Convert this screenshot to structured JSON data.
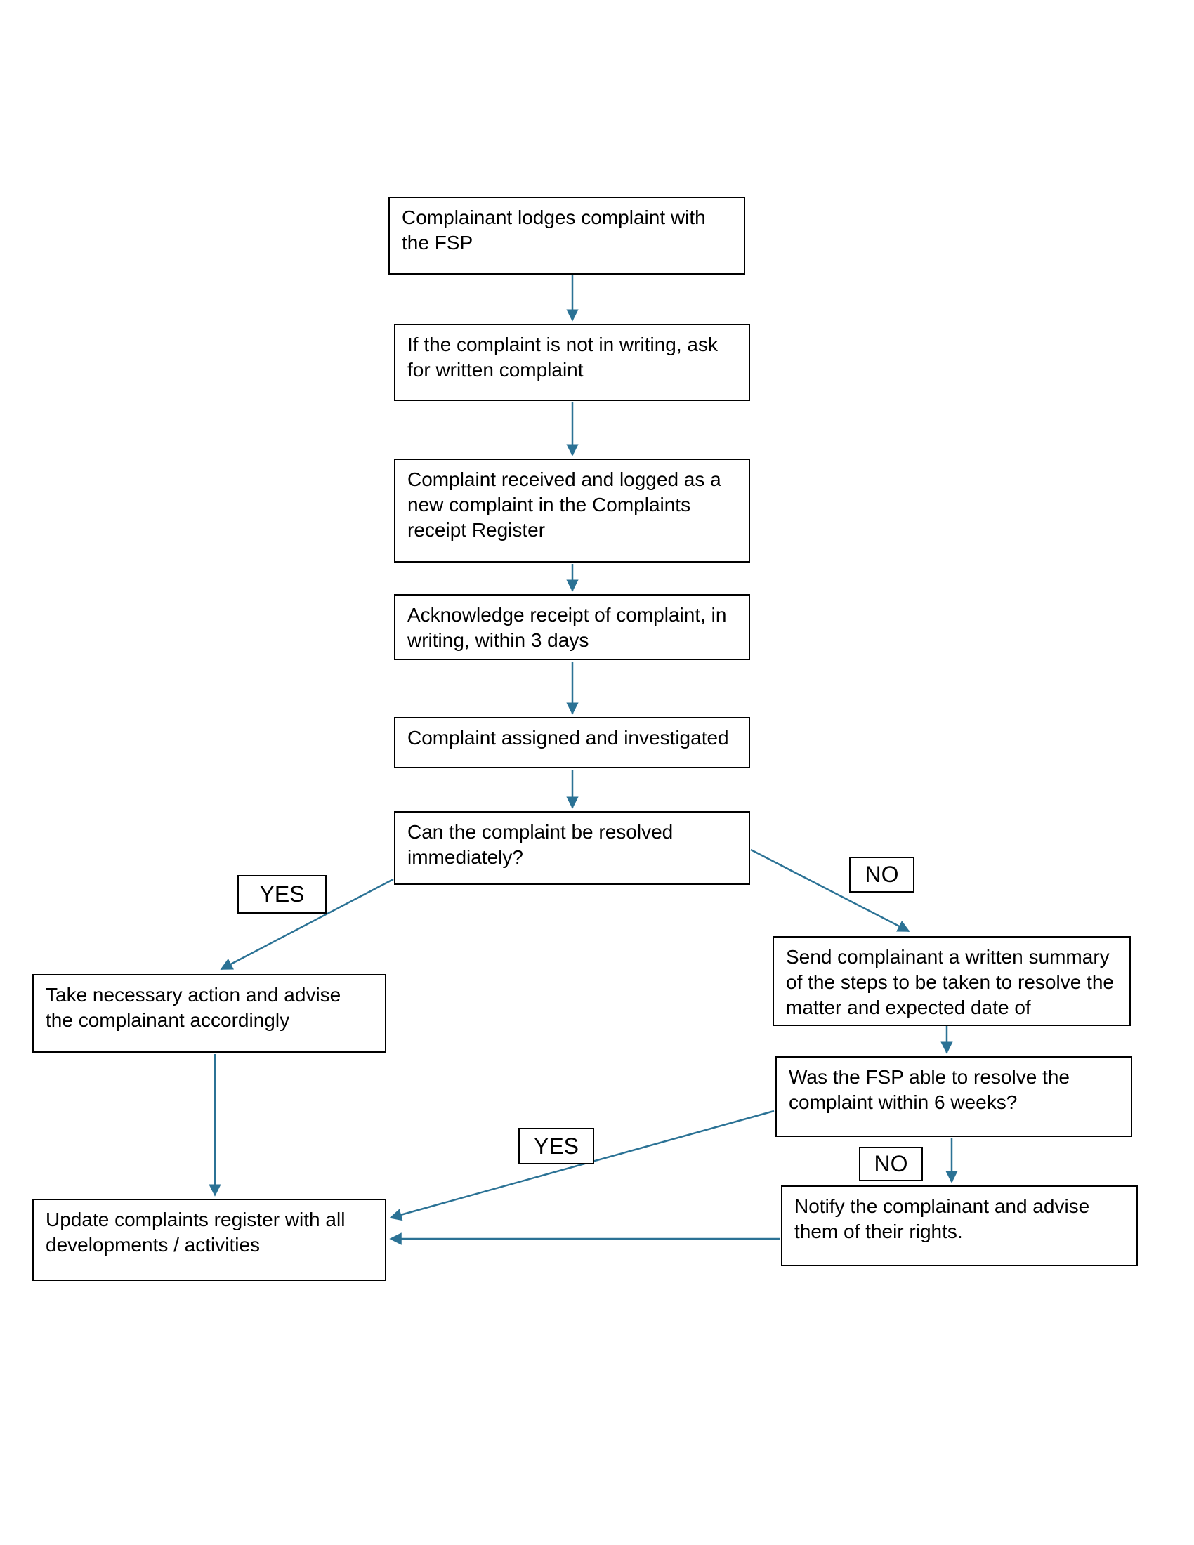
{
  "diagram": {
    "nodes": [
      {
        "id": "lodge-complaint",
        "label": "Complainant lodges complaint with the FSP"
      },
      {
        "id": "request-written-complaint",
        "label": "If the complaint is not in writing, ask for written complaint"
      },
      {
        "id": "log-complaint",
        "label": "Complaint received and logged as a new complaint in the Complaints receipt Register"
      },
      {
        "id": "acknowledge-receipt",
        "label": "Acknowledge receipt of complaint, in writing, within 3 days"
      },
      {
        "id": "assign-investigate",
        "label": "Complaint assigned and investigated"
      },
      {
        "id": "decision-resolve-immediately",
        "label": "Can the complaint be resolved immediately?"
      },
      {
        "id": "take-action",
        "label": "Take necessary action and advise the complainant accordingly"
      },
      {
        "id": "send-written-summary",
        "label": "Send complainant a written summary of the steps to be taken to resolve the matter and expected date of"
      },
      {
        "id": "decision-resolved-six-weeks",
        "label": "Was the FSP able to resolve the complaint within 6 weeks?"
      },
      {
        "id": "notify-rights",
        "label": "Notify the complainant and advise them of their rights."
      },
      {
        "id": "update-register",
        "label": "Update complaints register with all developments / activities"
      }
    ],
    "branch_labels": [
      {
        "id": "yes-immediate",
        "label": "YES"
      },
      {
        "id": "no-immediate",
        "label": "NO"
      },
      {
        "id": "yes-six-weeks",
        "label": "YES"
      },
      {
        "id": "no-six-weeks",
        "label": "NO"
      }
    ],
    "colors": {
      "arrow": "#2b7295",
      "box_border": "#000000",
      "box_fill": "#ffffff",
      "text": "#000000",
      "background": "#ffffff"
    }
  }
}
